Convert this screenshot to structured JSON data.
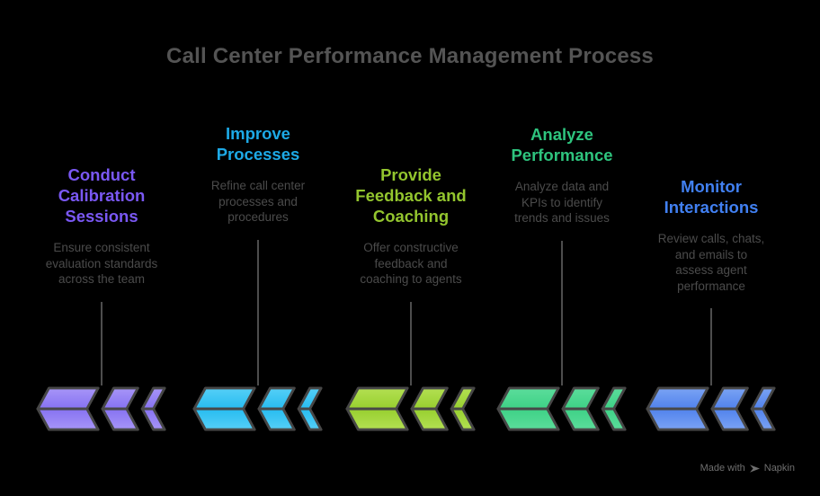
{
  "title": "Call Center Performance Management Process",
  "colors": {
    "background": "#000000",
    "main_title": "#545454",
    "description_text": "#4b4b4b",
    "connector_line": "#4d4d4d",
    "arrow_outline": "#474747",
    "footer_text": "#6f6f6f"
  },
  "steps": [
    {
      "name": "conduct-calibration-sessions",
      "title_lines": [
        "Conduct",
        "Calibration",
        "Sessions"
      ],
      "desc_lines": [
        "Ensure consistent",
        "evaluation standards",
        "across the team"
      ],
      "title_color": "#7a58f4",
      "arrow_light": "#a795f8",
      "arrow_base": "#8672f1"
    },
    {
      "name": "improve-processes",
      "title_lines": [
        "Improve",
        "Processes"
      ],
      "desc_lines": [
        "Refine call center",
        "processes and",
        "procedures"
      ],
      "title_color": "#1da9e6",
      "arrow_light": "#55cff7",
      "arrow_base": "#27bcf0"
    },
    {
      "name": "provide-feedback-and-coaching",
      "title_lines": [
        "Provide",
        "Feedback and",
        "Coaching"
      ],
      "desc_lines": [
        "Offer constructive",
        "feedback and",
        "coaching to agents"
      ],
      "title_color": "#93c52e",
      "arrow_light": "#b3e052",
      "arrow_base": "#97cf2f"
    },
    {
      "name": "analyze-performance",
      "title_lines": [
        "Analyze",
        "Performance"
      ],
      "desc_lines": [
        "Analyze data and",
        "KPIs to identify",
        "trends and issues"
      ],
      "title_color": "#2ec47e",
      "arrow_light": "#5bdd9b",
      "arrow_base": "#3ed186"
    },
    {
      "name": "monitor-interactions",
      "title_lines": [
        "Monitor",
        "Interactions"
      ],
      "desc_lines": [
        "Review calls, chats,",
        "and emails to",
        "assess agent",
        "performance"
      ],
      "title_color": "#4180f2",
      "arrow_light": "#7aa3f4",
      "arrow_base": "#5182ec"
    }
  ],
  "footer": {
    "made_with": "Made with",
    "brand": "Napkin"
  }
}
